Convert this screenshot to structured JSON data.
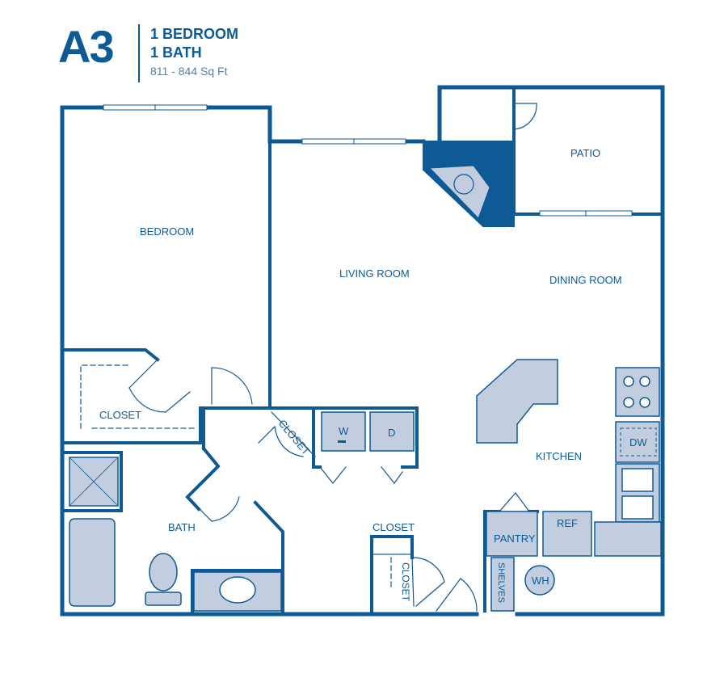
{
  "header": {
    "plan_code": "A3",
    "bedrooms": "1 BEDROOM",
    "bathrooms": "1 BATH",
    "square_feet": "811 - 844 Sq Ft"
  },
  "rooms": {
    "bedroom": "BEDROOM",
    "living_room": "LIVING ROOM",
    "dining_room": "DINING ROOM",
    "patio": "PATIO",
    "kitchen": "KITCHEN",
    "bath": "BATH",
    "bedroom_closet": "CLOSET",
    "hall_closet": "CLOSET",
    "entry_closet": "CLOSET",
    "entry_closet_side": "CLOSET",
    "pantry": "PANTRY",
    "shelves": "SHELVES"
  },
  "appliances": {
    "washer": "W",
    "dryer": "D",
    "dishwasher": "DW",
    "refrigerator": "REF",
    "water_heater": "WH"
  },
  "colors": {
    "wall": "#0d5a94",
    "fixture_fill": "#c3cde0",
    "text": "#0d5a94"
  }
}
